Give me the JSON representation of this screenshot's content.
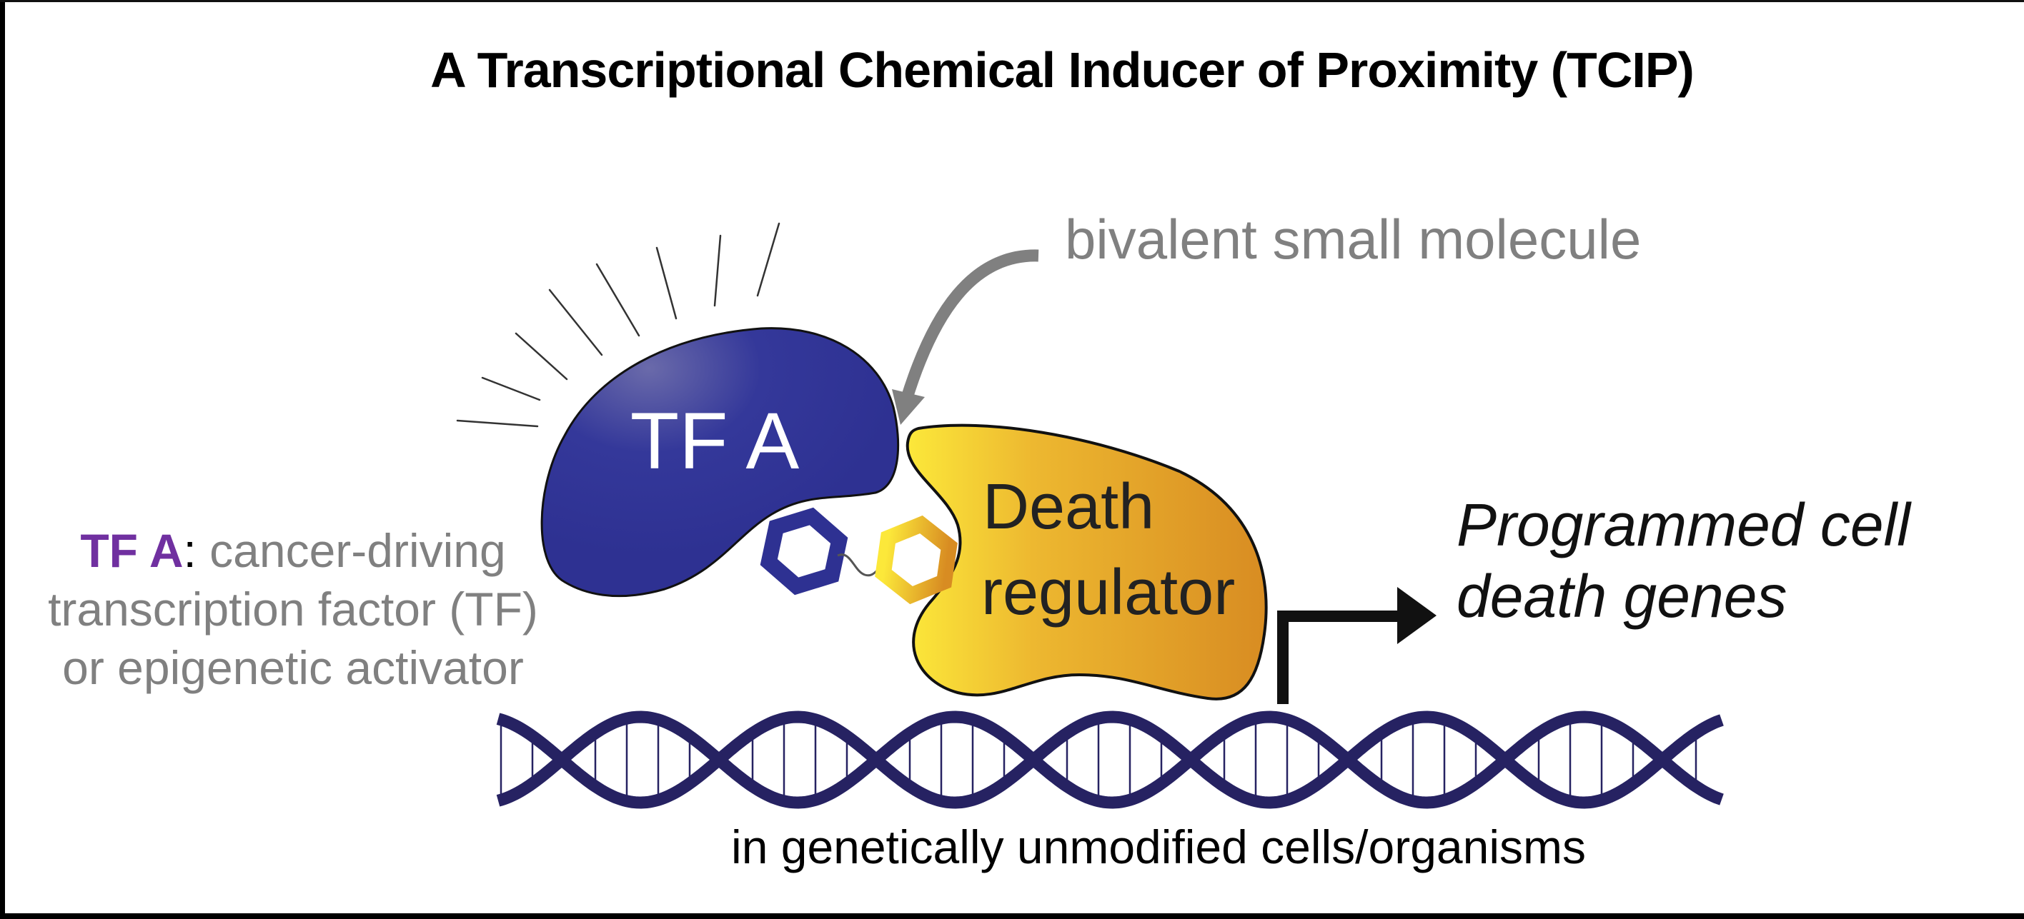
{
  "title": "A Transcriptional Chemical Inducer of Proximity (TCIP)",
  "labels": {
    "bivalent_small_molecule": "bivalent small molecule",
    "tf_a_shape": "TF A",
    "death_regulator_line1": "Death",
    "death_regulator_line2": "regulator",
    "programmed_line1": "Programmed cell",
    "programmed_line2": "death genes",
    "bottom_caption": "in genetically unmodified cells/organisms"
  },
  "left_caption": {
    "term": "TF A",
    "separator": ":",
    "line1_rest": " cancer-driving",
    "line2": "transcription factor (TF)",
    "line3": "or epigenetic activator"
  },
  "colors": {
    "tf_a_blue": "#2e3192",
    "tf_a_term_purple": "#7030a0",
    "death_regulator_gold_start": "#fce83a",
    "death_regulator_gold_end": "#d88c22",
    "dna_navy": "#262262",
    "annotation_gray": "#808080"
  },
  "icons": {
    "tf_a_ligand": "hexagon-icon",
    "death_regulator_ligand": "hexagon-icon",
    "transcription_start": "bent-arrow-icon",
    "pointer": "curved-arrow-icon",
    "activation_rays": "rays-icon",
    "dna": "dna-helix-icon"
  }
}
